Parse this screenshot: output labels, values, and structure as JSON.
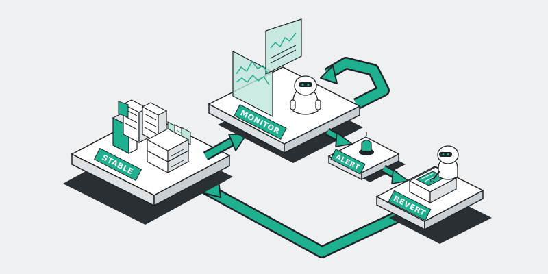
{
  "colors": {
    "background": "#eef0f2",
    "accent": "#1fb08f",
    "accent_light": "#bfe6dc",
    "outline": "#1e2328",
    "platform_top": "#ffffff",
    "shadow": "#2a2f33"
  },
  "stages": {
    "stable": {
      "label": "STABLE"
    },
    "monitor": {
      "label": "MONITOR"
    },
    "alert": {
      "label": "ALERT"
    },
    "revert": {
      "label": "REVERT"
    }
  },
  "icons": [
    "server-rack-icon",
    "document-stack-icon",
    "dashboard-screen-icon",
    "robot-icon",
    "alert-siren-icon",
    "workstation-icon",
    "flow-arrow-icon"
  ]
}
